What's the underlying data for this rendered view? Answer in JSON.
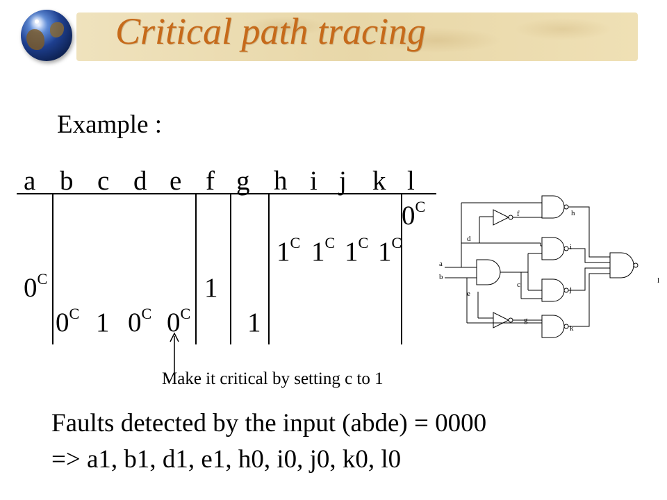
{
  "header": {
    "title": "Critical path tracing"
  },
  "example_label": "Example :",
  "table": {
    "columns": [
      "a",
      "b",
      "c",
      "d",
      "e",
      "f",
      "g",
      "h",
      "i",
      "j",
      "k",
      "l"
    ],
    "row1": {
      "l": "0",
      "l_sup": "C"
    },
    "row2": {
      "h": "1",
      "h_sup": "C",
      "i": "1",
      "i_sup": "C",
      "j": "1",
      "j_sup": "C",
      "k": "1",
      "k_sup": "C"
    },
    "row3": {
      "c": "0",
      "c_sup": "C",
      "f": "1"
    },
    "row4": {
      "a": "0",
      "a_sup": "C",
      "b": "1",
      "d": "0",
      "d_sup": "C",
      "e": "0",
      "e_sup": "C",
      "g": "1"
    }
  },
  "annotation": "Make it critical by setting c to 1",
  "faults_line1": "Faults detected by the input (abde) = 0000",
  "faults_line2": "=> a1,  b1,  d1,  e1,  h0,  i0,  j0,  k0,  l0",
  "circuit_labels": {
    "a": "a",
    "b": "b",
    "c": "c",
    "d": "d",
    "e": "e",
    "f": "f",
    "g": "g",
    "h": "h",
    "i": "i",
    "j": "j",
    "k": "k",
    "l": "l"
  },
  "colors": {
    "title": "#c66a1a",
    "banner": "#e8d7a8"
  }
}
